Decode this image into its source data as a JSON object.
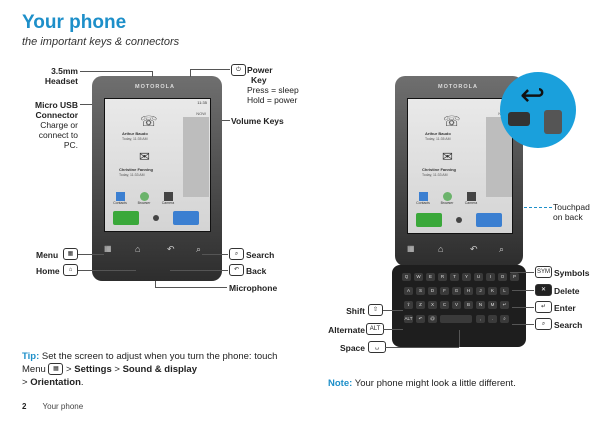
{
  "header": {
    "title": "Your phone",
    "subtitle": "the important keys & connectors"
  },
  "left_labels": {
    "headset_line1": "3.5mm",
    "headset_line2": "Headset",
    "usb_line1": "Micro USB",
    "usb_line2": "Connector",
    "usb_desc1": "Charge or",
    "usb_desc2": "connect to",
    "usb_desc3": "PC.",
    "menu": "Menu",
    "home": "Home"
  },
  "right_labels": {
    "power_line1": "Power",
    "power_line2": "Key",
    "power_desc1": "Press = sleep",
    "power_desc2": "Hold = power",
    "volume": "Volume Keys",
    "search": "Search",
    "back": "Back",
    "microphone": "Microphone"
  },
  "keyboard_labels": {
    "symbols": "Symbols",
    "delete": "Delete",
    "enter": "Enter",
    "search": "Search",
    "shift": "Shift",
    "alternate": "Alternate",
    "space": "Space",
    "touchpad_line1": "Touchpad",
    "touchpad_line2": "on back"
  },
  "key_glyphs": {
    "sym": "SYM",
    "alt": "ALT",
    "delete": "✕",
    "enter": "↵",
    "search": "⌕",
    "shift": "⇧",
    "space": "␣",
    "menu": "▦",
    "home": "⌂",
    "back": "↶",
    "power": "⏻"
  },
  "phone_screen": {
    "brand": "MOTOROLA",
    "time": "11:35",
    "now": "NOW",
    "contact1_name": "Arthur Baudo",
    "contact1_time": "Today, 11:35 AM",
    "contact2_name": "Christine Fanning",
    "contact2_time": "Today, 11:33 AM",
    "apps": [
      "Contacts",
      "Browser",
      "Camera"
    ]
  },
  "tip": {
    "label": "Tip:",
    "text1": "Set the screen to adjust when you turn the phone: touch Menu",
    "arrow1": ">",
    "settings": "Settings",
    "arrow2": ">",
    "sound_display": "Sound & display",
    "arrow3": ">",
    "orientation": "Orientation",
    "end": "."
  },
  "note": {
    "label": "Note:",
    "text": "Your phone might look a little different."
  },
  "footer": {
    "page_number": "2",
    "section": "Your phone"
  },
  "colors": {
    "accent": "#1d8fc9"
  }
}
